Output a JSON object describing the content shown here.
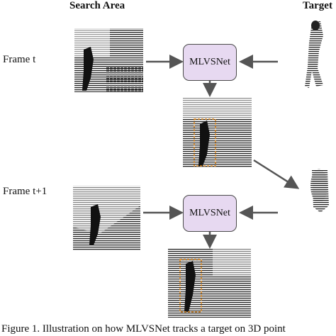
{
  "headers": {
    "search_area": "Search Area",
    "target": "Target"
  },
  "frames": {
    "frame_t": "Frame t",
    "frame_t1": "Frame t+1"
  },
  "network": {
    "label": "MLVSNet"
  },
  "caption": "Figure 1. Illustration on how MLVSNet tracks a target on 3D point"
}
